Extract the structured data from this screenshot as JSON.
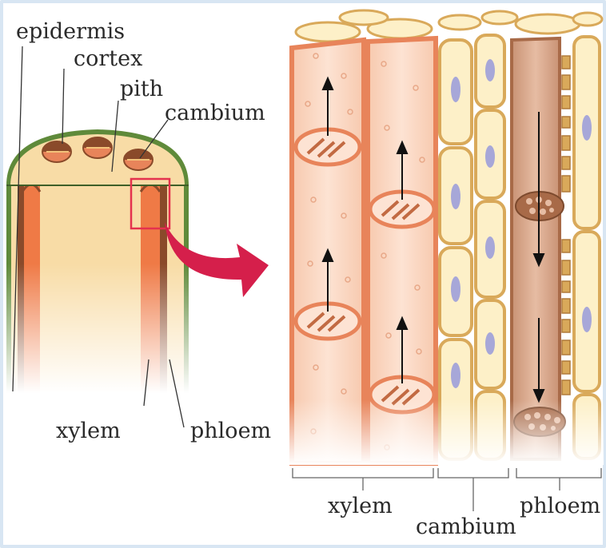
{
  "left_labels": {
    "epidermis": "epidermis",
    "cortex": "cortex",
    "pith": "pith",
    "cambium": "cambium",
    "xylem": "xylem",
    "phloem": "phloem"
  },
  "right_labels": {
    "xylem": "xylem",
    "cambium": "cambium",
    "phloem": "phloem"
  },
  "colors": {
    "xylem_wall": "#e8845a",
    "xylem_fill": "#fbdcc9",
    "cambium_wall": "#d9a95a",
    "cambium_fill": "#fdf0c8",
    "nucleus": "#a7a7d8",
    "phloem_wall": "#a86a48",
    "phloem_fill": "#d9a78a",
    "cortex": "#f8dca6",
    "epidermis": "#5f8a3a",
    "callout_arrow": "#d51f4b",
    "callout_box": "#e4324e"
  },
  "icons": {
    "callout": "curved-arrow-icon",
    "flow_up": "arrow-up-icon",
    "flow_down": "arrow-down-icon"
  }
}
